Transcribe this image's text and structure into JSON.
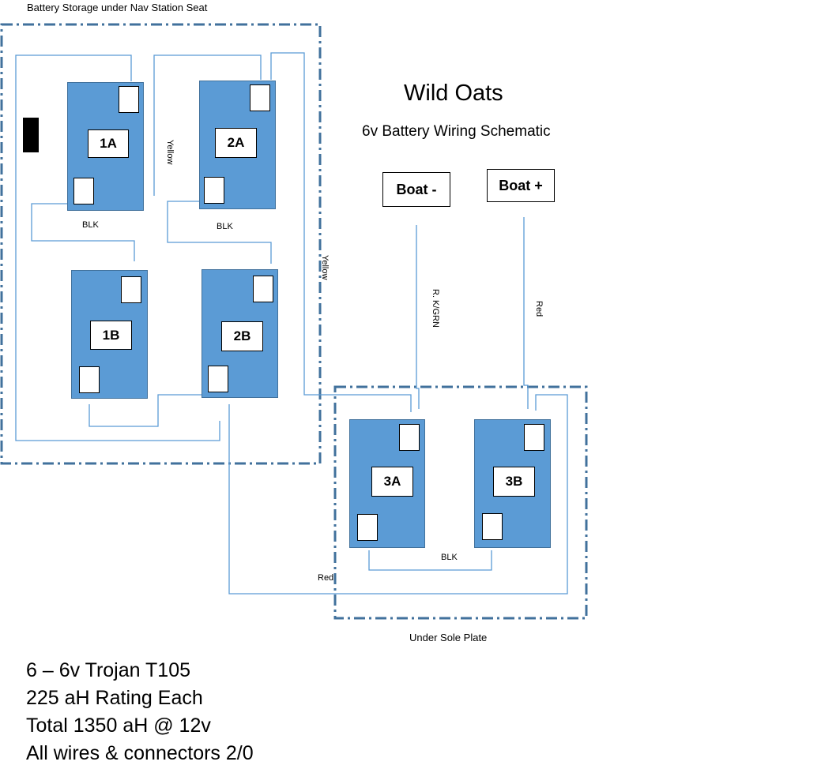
{
  "regions": {
    "nav_station": "Battery Storage under Nav Station Seat",
    "sole_plate": "Under Sole Plate"
  },
  "header": {
    "title": "Wild Oats",
    "subtitle": "6v Battery Wiring Schematic"
  },
  "terminals": {
    "boat_negative": "Boat -",
    "boat_positive": "Boat +"
  },
  "batteries": {
    "b1a": "1A",
    "b2a": "2A",
    "b1b": "1B",
    "b2b": "2B",
    "b3a": "3A",
    "b3b": "3B"
  },
  "wire_labels": {
    "yellow_1": "Yellow",
    "blk_1": "BLK",
    "blk_2": "BLK",
    "yellow_2": "Yellow",
    "blk_grn": "R. K/GRN",
    "red_1": "Red",
    "blk_3": "BLK",
    "red_2": "Red"
  },
  "notes": [
    "6 – 6v Trojan T105",
    "225 aH Rating Each",
    "Total 1350 aH @ 12v",
    "All wires & connectors 2/0"
  ],
  "colors": {
    "battery_fill": "#5b9bd5",
    "wire": "#5b9bd5",
    "dashed_border": "#41719c"
  }
}
